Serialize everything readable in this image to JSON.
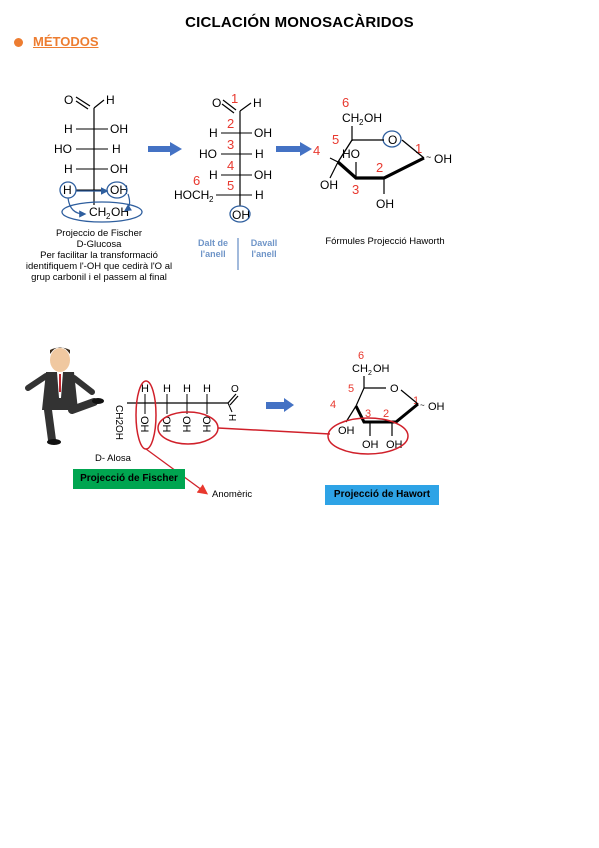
{
  "document": {
    "title": "CICLACIÓN MONOSACÀRIDOS",
    "section": "MÉTODOS"
  },
  "figure1": {
    "fischer_caption": [
      "Projeccio de Fischer",
      "D-Glucosa",
      "Per facilitar la transformació",
      "identifiquem l'-OH que cedirà l'O al",
      "grup carbonil i el passem al final"
    ],
    "ring_above": [
      "Dalt de",
      "l'anell"
    ],
    "ring_below": [
      "Davall",
      "l'anell"
    ],
    "haworth_caption": "Fórmules Projecció Haworth"
  },
  "figure2": {
    "sugar_name": "D- Alosa",
    "fischer_label": "Projecció de Fischer",
    "anomeric_label": "Anomèric",
    "haworth_label": "Projecció de Hawort"
  },
  "colors": {
    "accent_orange": "#ED7D31",
    "number_red": "#E8382E",
    "highlight_blue": "#2E5E9E",
    "fischer_green": "#00A550",
    "haworth_blue": "#2EA3E6"
  }
}
